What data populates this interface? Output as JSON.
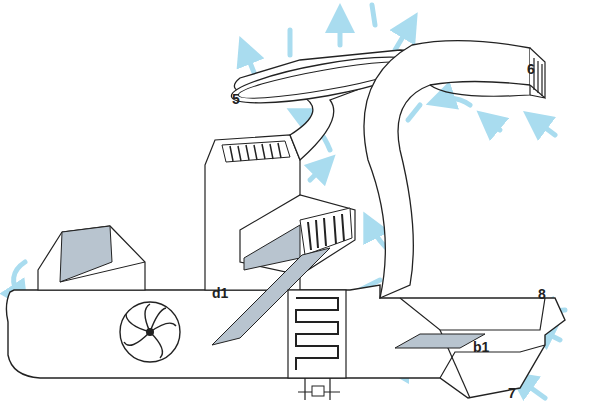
{
  "diagram": {
    "labels": [
      "5",
      "6",
      "d1",
      "b1",
      "8",
      "7"
    ]
  }
}
